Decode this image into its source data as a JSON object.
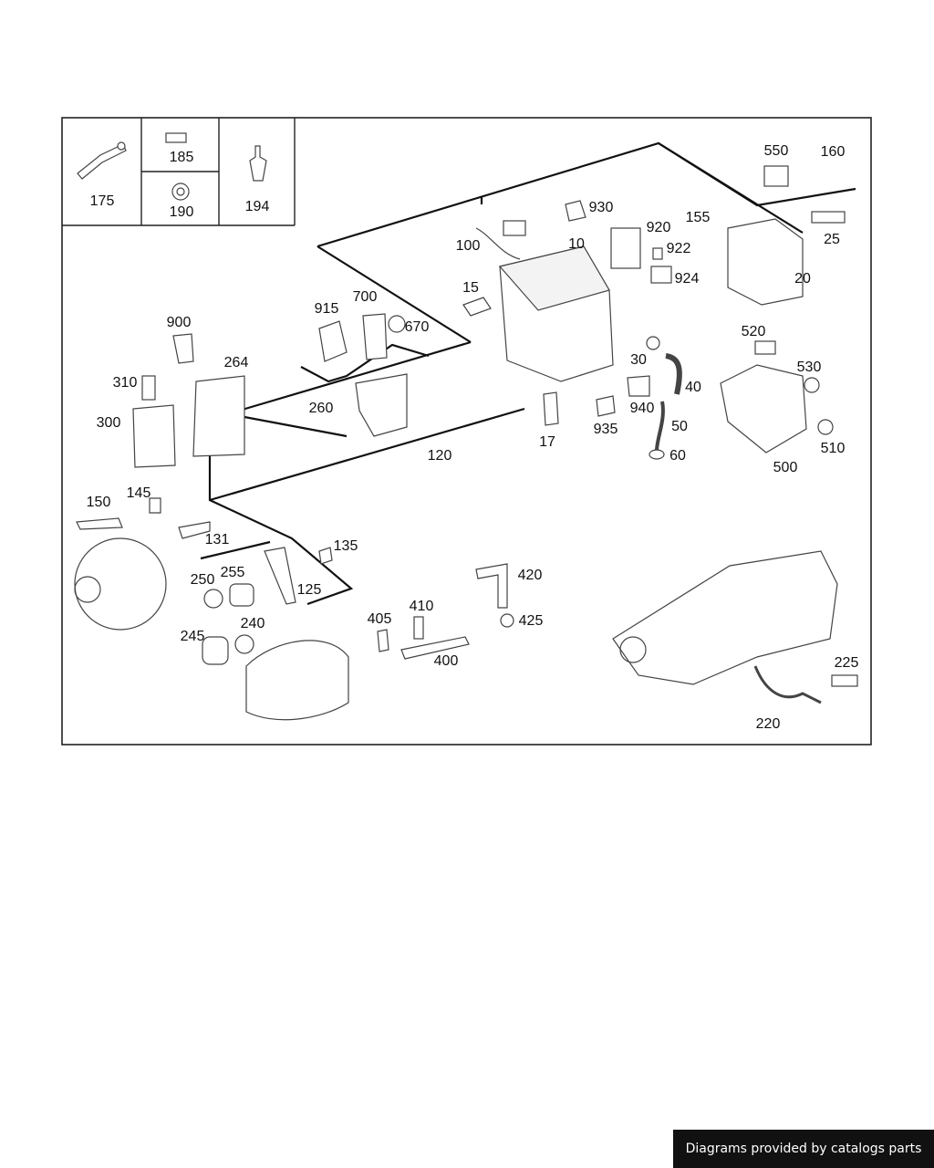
{
  "diagram": {
    "callouts": {
      "p175": "175",
      "p185": "185",
      "p190": "190",
      "p194": "194",
      "p930": "930",
      "p100": "100",
      "p10": "10",
      "p920": "920",
      "p922": "922",
      "p924": "924",
      "p15": "15",
      "p915": "915",
      "p700": "700",
      "p670": "670",
      "p900": "900",
      "p264": "264",
      "p310": "310",
      "p300": "300",
      "p260": "260",
      "p120": "120",
      "p17": "17",
      "p935": "935",
      "p940": "940",
      "p30": "30",
      "p40": "40",
      "p50": "50",
      "p60": "60",
      "p550": "550",
      "p160": "160",
      "p155": "155",
      "p25": "25",
      "p20": "20",
      "p520": "520",
      "p530": "530",
      "p510": "510",
      "p500": "500",
      "p150": "150",
      "p145": "145",
      "p131": "131",
      "p135": "135",
      "p250": "250",
      "p255": "255",
      "p125": "125",
      "p245": "245",
      "p240": "240",
      "p405": "405",
      "p410": "410",
      "p400": "400",
      "p420": "420",
      "p425": "425",
      "p225": "225",
      "p220": "220"
    }
  },
  "footer": {
    "text": "Diagrams provided by catalogs parts"
  },
  "colors": {
    "line": "#1a1a1a",
    "part": "#444444",
    "banner": "#111111"
  }
}
